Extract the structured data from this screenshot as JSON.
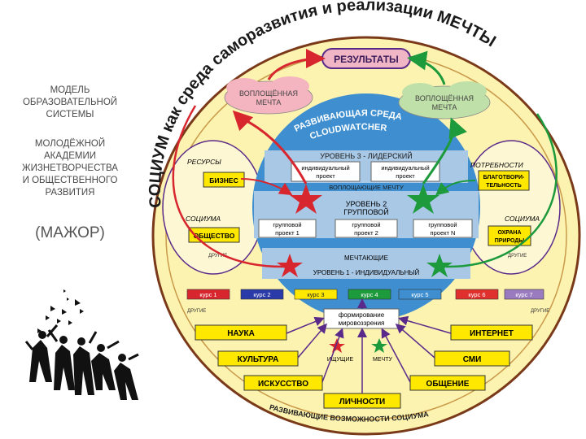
{
  "left_panel": {
    "line1": "МОДЕЛЬ",
    "line2": "ОБРАЗОВАТЕЛЬНОЙ",
    "line3": "СИСТЕМЫ",
    "line4": "МОЛОДЁЖНОЙ",
    "line5": "АКАДЕМИИ",
    "line6": "ЖИЗНЕТВОРЧЕСТВА",
    "line7": "И ОБЩЕСТВЕННОГО",
    "line8": "РАЗВИТИЯ",
    "line9": "(МАЖОР)"
  },
  "diagram": {
    "arc_title": "СОЦИУМ как среда саморазвития и реализации МЕЧТЫ",
    "results": "РЕЗУЛЬТАТЫ",
    "cloud_left": [
      "ВОПЛОЩЁННАЯ",
      "МЕЧТА"
    ],
    "cloud_right": [
      "ВОПЛОЩЁННАЯ",
      "МЕЧТА"
    ],
    "inner_arc_1": "РАЗВИВАЮЩАЯ СРЕДА",
    "inner_arc_2": "CLOUDWATCHER",
    "left_resources": "РЕСУРСЫ",
    "left_society": "СОЦИУМА",
    "box_business": "БИЗНЕС",
    "box_society": "ОБЩЕСТВО",
    "others_left": "ДРУГИЕ",
    "others_left2": "ДРУГИЕ",
    "right_needs": "ПОТРЕБНОСТИ",
    "right_society": "СОЦИУМА",
    "box_charity": [
      "БЛАГОТВОРИ-",
      "ТЕЛЬНОСТЬ"
    ],
    "box_nature": [
      "ОХРАНА",
      "ПРИРОДЫ"
    ],
    "others_right": "ДРУГИЕ",
    "others_right2": "ДРУГИЕ",
    "level3": "УРОВЕНЬ 3 - ЛИДЕРСКИЙ",
    "ind_project_1": [
      "индивидуальный",
      "проект"
    ],
    "ind_project_2": [
      "индивидуальный",
      "проект"
    ],
    "embody_dream": "ВОПЛОЩАЮЩИЕ МЕЧТУ",
    "level2": [
      "УРОВЕНЬ 2",
      "ГРУППОВОЙ"
    ],
    "group_1": [
      "групповой",
      "проект 1"
    ],
    "group_2": [
      "групповой",
      "проект 2"
    ],
    "group_n": [
      "групповой",
      "проект N"
    ],
    "dreaming": "МЕЧТАЮЩИЕ",
    "level1": "УРОВЕНЬ 1 - ИНДИВИДУАЛЬНЫЙ",
    "courses": [
      "курс 1",
      "курс 2",
      "курс 3",
      "курс 4",
      "курс 5",
      "курс 6",
      "курс 7"
    ],
    "worldview": [
      "формирование",
      "мировоззрения"
    ],
    "seeking": "ИЩУЩИЕ",
    "dream_small": "МЕЧТУ",
    "left_boxes": [
      "НАУКА",
      "КУЛЬТУРА",
      "ИСКУССТВО"
    ],
    "right_boxes": [
      "ИНТЕРНЕТ",
      "СМИ",
      "ОБЩЕНИЕ"
    ],
    "bottom_box": "ЛИЧНОСТИ",
    "bottom_arc": "РАЗВИВАЮЩИЕ ВОЗМОЖНОСТИ СОЦИУМА"
  },
  "colors": {
    "outer_fill": "#fdf3b0",
    "outer_stroke": "#7a3a1a",
    "blue_circle": "#3f8fd0",
    "level_band": "#a8c8e6",
    "red": "#d8262e",
    "green": "#1c9a3c",
    "box_yellow": "#ffe800",
    "results_pink": "#f0b6c6",
    "cloud_pink": "#f4b4c0",
    "cloud_green": "#bfe0a8"
  }
}
